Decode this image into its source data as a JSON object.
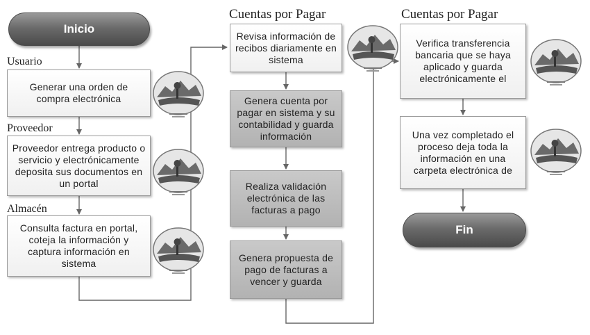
{
  "start": {
    "label": "Inicio"
  },
  "end": {
    "label": "Fin"
  },
  "lanes": {
    "usuario": "Usuario",
    "proveedor": "Proveedor",
    "almacen": "Almacén",
    "cuentas1": "Cuentas por Pagar",
    "cuentas2": "Cuentas por Pagar"
  },
  "steps": {
    "s1": "Generar una orden de compra electrónica",
    "s2": "Proveedor entrega producto o servicio y electrónicamente deposita sus documentos en un portal",
    "s3": "Consulta factura en portal, coteja la información y captura información en sistema",
    "s4": "Revisa información de recibos diariamente en sistema",
    "s5": "Genera cuenta por pagar en sistema y su contabilidad y guarda información",
    "s6": "Realiza validación electrónica de las facturas a pago",
    "s7": "Genera propuesta de pago de facturas a vencer y guarda",
    "s8": "Verifica transferencia bancaria que se haya aplicado y guarda electrónicamente el",
    "s9": "Una vez completado el proceso deja toda la información en una carpeta electrónica de"
  },
  "icons": {
    "seal": "institution-seal-icon"
  }
}
